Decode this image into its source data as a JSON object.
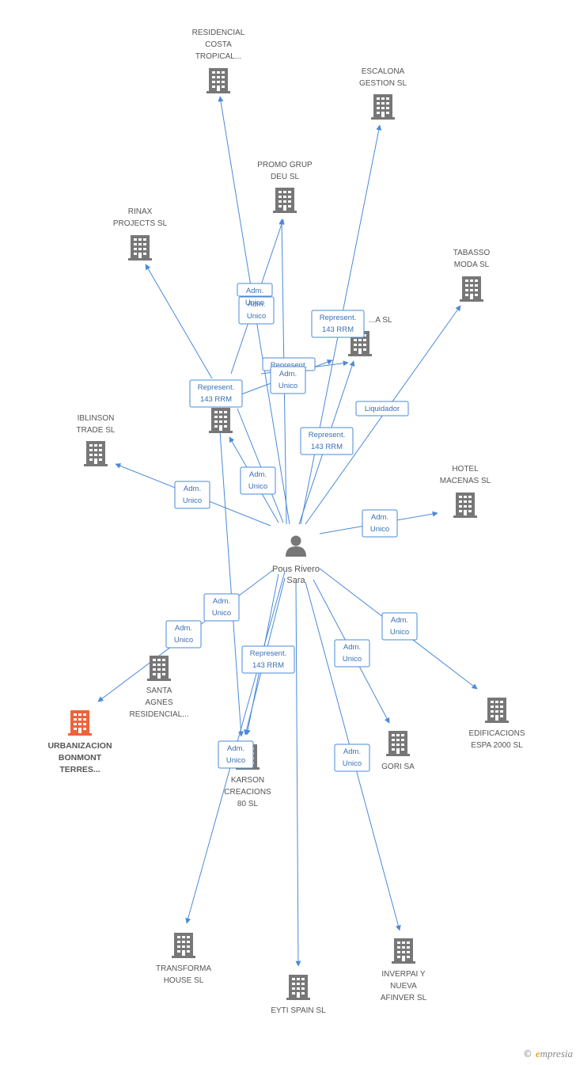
{
  "center": {
    "id": "person",
    "lines": [
      "Pous Rivero",
      "Sara"
    ]
  },
  "nodes": [
    {
      "id": "residencial",
      "lines": [
        "RESIDENCIAL",
        "COSTA",
        "TROPICAL..."
      ],
      "highlight": false
    },
    {
      "id": "escalona",
      "lines": [
        "ESCALONA",
        "GESTION SL"
      ],
      "highlight": false
    },
    {
      "id": "promo",
      "lines": [
        "PROMO GRUP",
        "DEU SL"
      ],
      "highlight": false
    },
    {
      "id": "rinax",
      "lines": [
        "RINAX",
        "PROJECTS SL"
      ],
      "highlight": false
    },
    {
      "id": "tabasso",
      "lines": [
        "TABASSO",
        "MODA SL"
      ],
      "highlight": false
    },
    {
      "id": "asl",
      "lines": [
        "...A SL"
      ],
      "highlight": false
    },
    {
      "id": "hub",
      "lines": [],
      "highlight": false
    },
    {
      "id": "iblinson",
      "lines": [
        "IBLINSON",
        "TRADE SL"
      ],
      "highlight": false
    },
    {
      "id": "hotel",
      "lines": [
        "HOTEL",
        "MACENAS SL"
      ],
      "highlight": false
    },
    {
      "id": "santa",
      "lines": [
        "SANTA",
        "AGNES",
        "RESIDENCIAL..."
      ],
      "highlight": false
    },
    {
      "id": "urbanizacion",
      "lines": [
        "URBANIZACION",
        "BONMONT",
        "TERRES..."
      ],
      "highlight": true
    },
    {
      "id": "edificacions",
      "lines": [
        "EDIFICACIONS",
        "ESPA 2000 SL"
      ],
      "highlight": false
    },
    {
      "id": "gori",
      "lines": [
        "GORI SA"
      ],
      "highlight": false
    },
    {
      "id": "karson",
      "lines": [
        "KARSON",
        "CREACIONS",
        "80 SL"
      ],
      "highlight": false
    },
    {
      "id": "transforma",
      "lines": [
        "TRANSFORMA",
        "HOUSE  SL"
      ],
      "highlight": false
    },
    {
      "id": "eyti",
      "lines": [
        "EYTI SPAIN SL"
      ],
      "highlight": false
    },
    {
      "id": "inverpai",
      "lines": [
        "INVERPAI Y",
        "NUEVA",
        "AFINVER SL"
      ],
      "highlight": false
    }
  ],
  "edges": [
    {
      "lines": [
        "Adm.",
        "Unico"
      ]
    },
    {
      "lines": [
        "Adm.",
        "Unico"
      ]
    },
    {
      "lines": [
        "Represent.",
        "143 RRM"
      ]
    },
    {
      "lines": [
        "Represent.",
        "143 RRM"
      ]
    },
    {
      "lines": [
        "Represent."
      ]
    },
    {
      "lines": [
        "Adm.",
        "Unico"
      ]
    },
    {
      "lines": [
        "Represent.",
        "143 RRM"
      ]
    },
    {
      "lines": [
        "Liquidador"
      ]
    },
    {
      "lines": [
        "Adm.",
        "Unico"
      ]
    },
    {
      "lines": [
        "Adm.",
        "Unico"
      ]
    },
    {
      "lines": [
        "Adm.",
        "Unico"
      ]
    },
    {
      "lines": [
        "Adm.",
        "Unico"
      ]
    },
    {
      "lines": [
        "Adm.",
        "Unico"
      ]
    },
    {
      "lines": [
        "Adm.",
        "Unico"
      ]
    },
    {
      "lines": [
        "Adm.",
        "Unico"
      ]
    },
    {
      "lines": [
        "Represent.",
        "143 RRM"
      ]
    },
    {
      "lines": [
        "Adm.",
        "Unico"
      ]
    },
    {
      "lines": [
        "Adm.",
        "Unico"
      ]
    },
    {
      "lines": [
        "Adm.",
        "Unico"
      ]
    },
    {
      "lines": []
    }
  ],
  "colors": {
    "edge": "#4a8ad8",
    "building": "#777777",
    "highlight_building": "#f0623a",
    "person": "#777777"
  },
  "icons": {
    "company": "building-icon",
    "person": "person-icon"
  },
  "brand": {
    "copyright": "©",
    "name": "mpresia",
    "initial": "e"
  }
}
